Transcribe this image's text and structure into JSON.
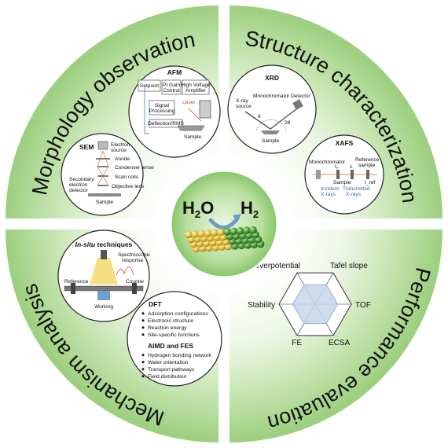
{
  "quadrants": {
    "top_left": "Morphology observation",
    "top_right": "Structure characterization",
    "bottom_right": "Performance evaluation",
    "bottom_left": "Mechanism analysis"
  },
  "center": {
    "reactant_main": "H",
    "reactant_sub": "2",
    "reactant_tail": "O",
    "product_main": "H",
    "product_sub": "2"
  },
  "afm": {
    "title": "AFM",
    "setpoint": "Setpoint",
    "pi_gain": "PI Gain",
    "control": "Control",
    "high_voltage": "High Voltage",
    "amplifier": "Amplifier",
    "signal": "Signal",
    "processing": "Processing",
    "laser": "Laser",
    "deflection": "Deflection/RMS",
    "sample": "Sample"
  },
  "sem": {
    "title": "SEM",
    "electron": "Electron",
    "source": "source",
    "anode": "Anode",
    "condenser": "Condenser lense",
    "scan_coils": "Scan coils",
    "secondary": "Secondary",
    "electron2": "electron",
    "detector": "detector",
    "objective": "Objective lens",
    "sample": "Sample"
  },
  "xrd": {
    "title": "XRD",
    "xray": "X-ray",
    "source": "source",
    "monochromator": "Monochromator",
    "detector": "Detector",
    "theta": "θ",
    "two_theta": "2θ",
    "sample": "Sample"
  },
  "xafs": {
    "title": "XAFS",
    "monochromator": "Monochromator",
    "reference": "Reference",
    "sample_ref": "sample",
    "sample": "Sample",
    "incident": "Incident",
    "incident2": "X-rays",
    "transmitted": "Transmitted",
    "transmitted2": "X-rays",
    "i0": "I₀",
    "it": "Iₜ",
    "iref": "I_ref"
  },
  "insitu": {
    "title_italic": "In-situ",
    "title_rest": " techniques",
    "spectro": "Spectroscopic",
    "response": "response",
    "reference": "Reference",
    "counter": "Counter",
    "working": "Working"
  },
  "dft": {
    "title": "DFT",
    "items": [
      "Adsorption configurations",
      "Electronic structure",
      "Reaction energy",
      "Site-specific functions"
    ]
  },
  "aimd": {
    "title": "AIMD and FES",
    "items": [
      "Hydrogen bonding network",
      "Water orientation",
      "Transport pathways",
      "Field distribution"
    ]
  },
  "radar": {
    "axes": [
      "Overpotential",
      "Tafel slope",
      "TOF",
      "ECSA",
      "FE",
      "Stability"
    ],
    "values": [
      0.62,
      0.62,
      0.62,
      0.62,
      0.62,
      0.62
    ]
  },
  "colors": {
    "ring_outer": "#a8d58c",
    "ring_inner": "#f1f8ea",
    "center_green": "#8cc872",
    "catalyst_yellow": "#e2c24c",
    "catalyst_green": "#4f9a38",
    "arrow_blue": "#6f9bc7",
    "radar_fill": "#c7d6ea"
  }
}
